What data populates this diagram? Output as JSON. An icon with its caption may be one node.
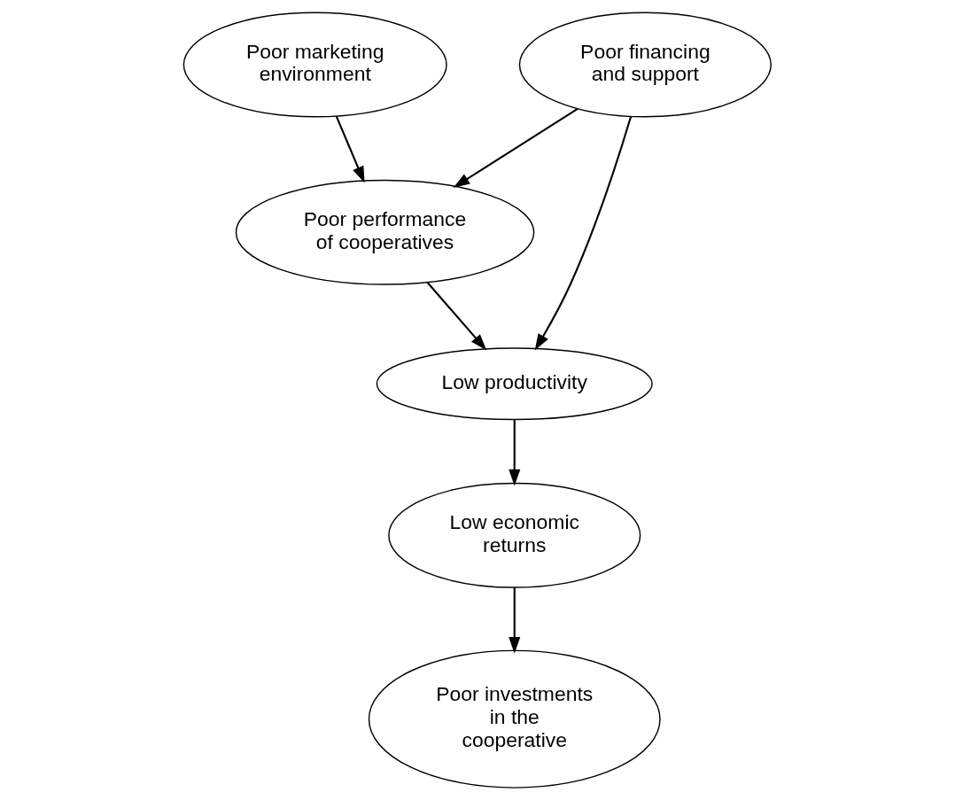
{
  "diagram": {
    "nodes": [
      {
        "text": [
          "Poor performance of cooperatives"
        ]
      },
      {
        "text": [
          "Poor financing and support"
        ]
      },
      {
        "text": [
          "Poor marketing environment"
        ]
      },
      {
        "text": [
          "Low productivity"
        ]
      },
      {
        "text": [
          "Low economic returns"
        ]
      },
      {
        "text": [
          "Poor investments in the cooperative"
        ]
      }
    ],
    "edges": [
      {
        "from": 1,
        "to": 0,
        "arrow": "to"
      },
      {
        "from": 2,
        "to": 0,
        "arrow": "to"
      },
      {
        "from": 0,
        "to": 3,
        "arrow": "to"
      },
      {
        "from": 1,
        "to": 3,
        "arrow": "to"
      },
      {
        "from": 3,
        "to": 4,
        "arrow": "to"
      },
      {
        "from": 4,
        "to": 5,
        "arrow": "to"
      }
    ]
  }
}
